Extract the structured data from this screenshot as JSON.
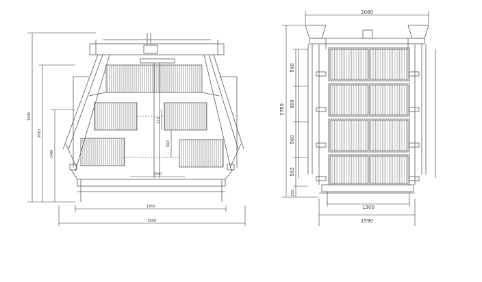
{
  "colors": {
    "line": "#555555",
    "dim": "#333333",
    "mesh": "#666666",
    "background": "#ffffff"
  },
  "left_view": {
    "dims": {
      "overall_height": "3295",
      "height_2": "2610",
      "height_3": "1400",
      "tier_gap": "320",
      "tier_gap_2": "660",
      "inner_width": "1500",
      "base_width": "1950",
      "overall_width": "2550"
    }
  },
  "right_view": {
    "dims": {
      "top_width": "2080",
      "overall_height": "2780",
      "tier_1": "560",
      "tier_2": "560",
      "tier_3": "560",
      "tier_4": "563",
      "base": "155",
      "inner_width": "1300",
      "base_width": "1590"
    }
  }
}
